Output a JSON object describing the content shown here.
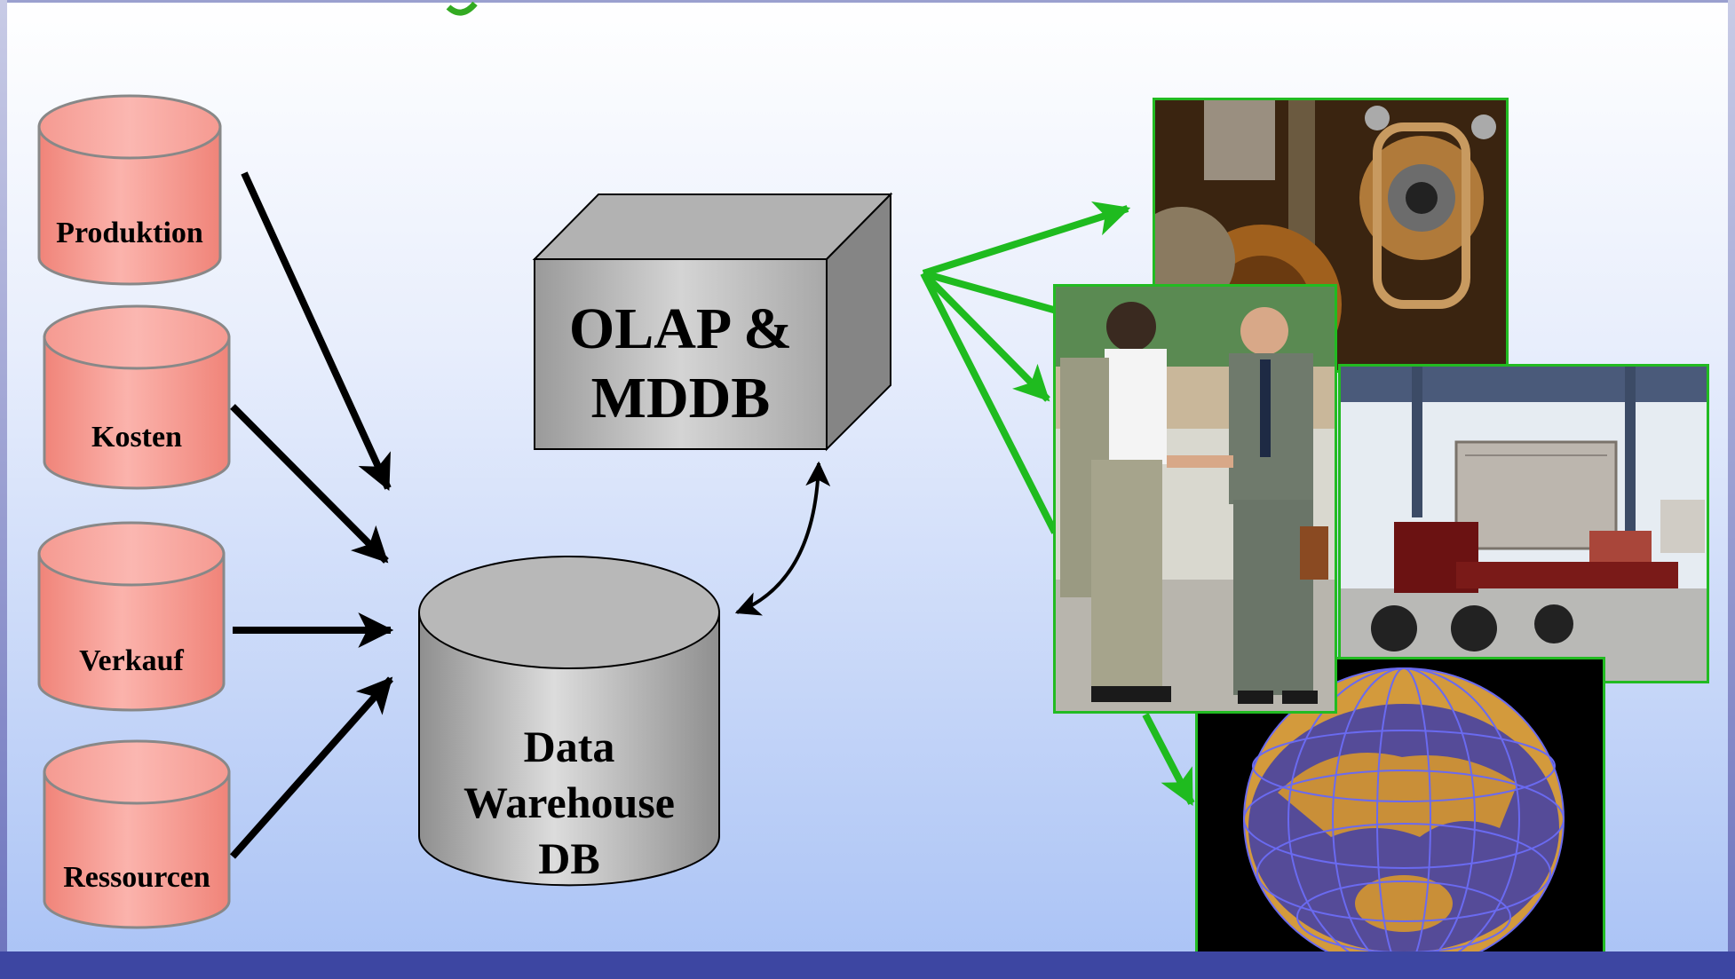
{
  "sources": [
    {
      "label": "Produktion"
    },
    {
      "label": "Kosten"
    },
    {
      "label": "Verkauf"
    },
    {
      "label": "Ressourcen"
    }
  ],
  "olap": {
    "line1": "OLAP &",
    "line2": "MDDB"
  },
  "warehouse": {
    "line1": "Data",
    "line2": "Warehouse",
    "line3": "DB"
  },
  "images": [
    {
      "name": "gears-photo"
    },
    {
      "name": "handshake-photo"
    },
    {
      "name": "container-truck-photo"
    },
    {
      "name": "globe-wireframe-image"
    }
  ],
  "colors": {
    "source_cylinder": "#f4877f",
    "db_gray": "#b3b3b3",
    "output_arrow": "#1fbb1f",
    "input_arrow": "#000000",
    "bottom_bar": "#3d46a2"
  }
}
